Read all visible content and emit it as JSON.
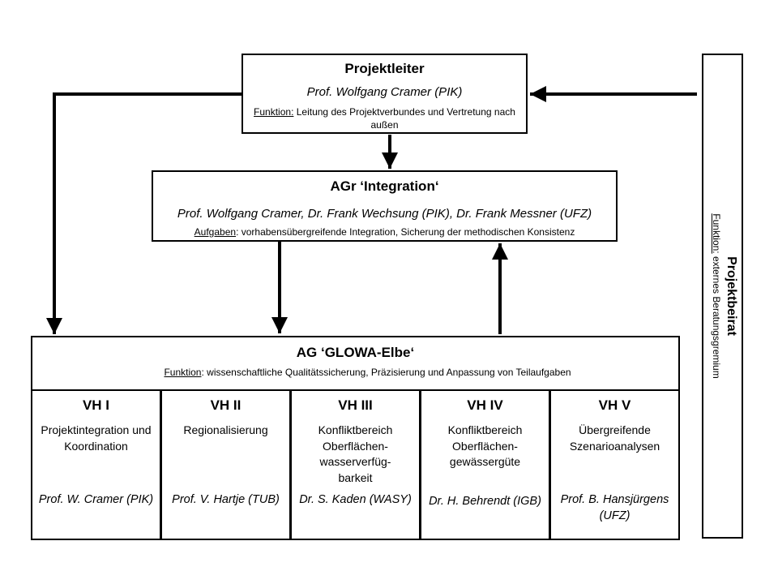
{
  "projektleiter": {
    "title": "Projektleiter",
    "person": "Prof. Wolfgang Cramer (PIK)",
    "function_label": "Funktion:",
    "function_text": " Leitung des Projektverbundes und Vertretung nach außen"
  },
  "agr": {
    "title": "AGr ‘Integration‘",
    "persons": "Prof. Wolfgang Cramer, Dr. Frank Wechsung (PIK), Dr. Frank Messner (UFZ)",
    "tasks_label": "Aufgaben",
    "tasks_text": ": vorhabensübergreifende Integration, Sicherung der methodischen Konsistenz"
  },
  "ag": {
    "title": "AG ‘GLOWA-Elbe‘",
    "function_label": "Funktion",
    "function_text": ": wissenschaftliche Qualitätssicherung, Präzisierung und Anpassung von Teilaufgaben"
  },
  "vh": [
    {
      "name": "VH I",
      "topic": "Projektintegration und Koordination",
      "lead": "Prof. W. Cramer (PIK)"
    },
    {
      "name": "VH II",
      "topic": "Regionalisierung",
      "lead": "Prof. V. Hartje (TUB)"
    },
    {
      "name": "VH III",
      "topic": "Konfliktbereich Oberflächen-wasserverfüg-barkeit",
      "lead": "Dr. S. Kaden (WASY)"
    },
    {
      "name": "VH IV",
      "topic": "Konfliktbereich Oberflächen-gewässergüte",
      "lead": "Dr. H. Behrendt (IGB)"
    },
    {
      "name": "VH V",
      "topic": "Übergreifende Szenarioanalysen",
      "lead": "Prof. B. Hansjürgens (UFZ)"
    }
  ],
  "projektbeirat": {
    "title": "Projektbeirat",
    "function_label": "Funktion:",
    "function_text": " externes Beratungsgremium"
  }
}
